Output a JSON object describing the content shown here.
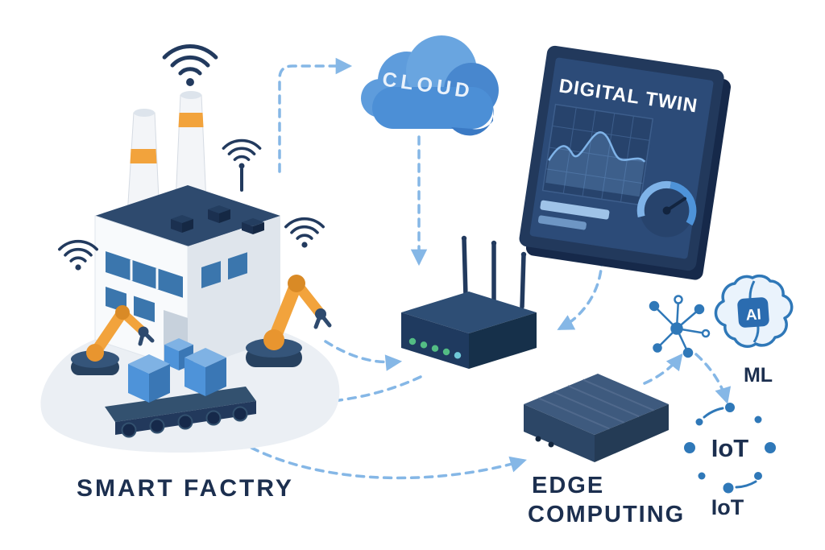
{
  "diagram": {
    "cloud": {
      "label": "CLOUD"
    },
    "digital_twin": {
      "title": "DIGITAL TWIN"
    },
    "factory": {
      "label": "SMART FACTRY"
    },
    "edge": {
      "label_line1": "EDGE",
      "label_line2": "COMPUTING"
    },
    "ai": {
      "badge": "AI",
      "caption": "ML"
    },
    "iot": {
      "ring_label": "IoT",
      "caption": "IoT"
    },
    "colors": {
      "navy": "#223a5e",
      "roof_navy": "#2e4a6e",
      "orange": "#f2a33c",
      "arrow_blue": "#85b7e6",
      "cloud_blue": "#4c8fd6",
      "screen_blue": "#2c4b78",
      "accent_blue": "#4e93d9",
      "label_navy": "#1c2f4f",
      "led_green": "#53bd84"
    }
  }
}
